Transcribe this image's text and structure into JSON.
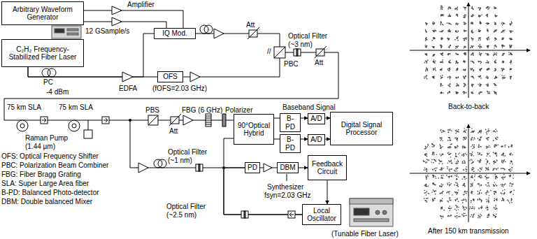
{
  "diagram": {
    "nodes": [
      {
        "text": [
          "Arbitrary Waveform Generator"
        ]
      },
      {
        "text": [
          "IQ Mod."
        ]
      },
      {
        "text": [
          "C₂H₂ Frequency-Stabilized Fiber Laser"
        ]
      },
      {
        "text": [
          "OFS"
        ]
      },
      {
        "text": [
          "90°Optical Hybrid"
        ]
      },
      {
        "text": [
          "B-PD"
        ]
      },
      {
        "text": [
          "B-PD"
        ]
      },
      {
        "text": [
          "A/D"
        ]
      },
      {
        "text": [
          "A/D"
        ]
      },
      {
        "text": [
          "Digital Signal Processor"
        ]
      },
      {
        "text": [
          "PD"
        ]
      },
      {
        "text": [
          "DBM"
        ]
      },
      {
        "text": [
          "Feedback Circuit"
        ]
      },
      {
        "text": [
          "Local Oscillator"
        ]
      }
    ],
    "edges": [
      {
        "from": 0,
        "to": 1,
        "arrow": "none"
      },
      {
        "from": 0,
        "to": 1,
        "arrow": "none"
      },
      {
        "from": 2,
        "to": 1,
        "arrow": "none"
      },
      {
        "from": 2,
        "to": 3,
        "arrow": "none"
      },
      {
        "from": 4,
        "to": 5,
        "arrow": "none"
      },
      {
        "from": 4,
        "to": 6,
        "arrow": "none"
      },
      {
        "from": 5,
        "to": 7,
        "arrow": "to"
      },
      {
        "from": 6,
        "to": 8,
        "arrow": "to"
      },
      {
        "from": 7,
        "to": 9,
        "arrow": "to"
      },
      {
        "from": 8,
        "to": 9,
        "arrow": "to"
      },
      {
        "from": 10,
        "to": 11,
        "arrow": "none"
      },
      {
        "from": 11,
        "to": 12,
        "arrow": "to"
      },
      {
        "from": 12,
        "to": 13,
        "arrow": "to"
      },
      {
        "from": 13,
        "to": 4,
        "arrow": "none"
      },
      {
        "from": 13,
        "to": 10,
        "arrow": "none"
      }
    ],
    "labels": [
      "Amplifier",
      "12 GSample/s",
      "PC",
      "EDFA",
      "(fOFS=2.03 GHz)",
      "-4 dBm",
      "Att",
      "Optical Filter (~3 nm)",
      "//",
      "PBC",
      "Att",
      "75 km SLA",
      "75 km SLA",
      "Raman Pump (1.44 µm)",
      "PBS",
      "Att",
      "FBG (6 GHz)",
      "Polarizer",
      "Baseband Signal",
      "Optical Filter (~1 nm)",
      "Synthesizer",
      "fsyn=2.03 GHz",
      "Optical Filter (~2.5 nm)",
      "(Tunable Fiber Laser)",
      "OFS: Optical Frequency Shifter",
      "PBC: Polarization Beam Combiner",
      "FBG: Fiber Bragg Grating",
      "SLA: Super Large Area fiber",
      "B-PD: Balanced Photo-detector",
      "DBM: Double balanced Mixer",
      "Back-to-back",
      "After 150 km transmission"
    ]
  }
}
